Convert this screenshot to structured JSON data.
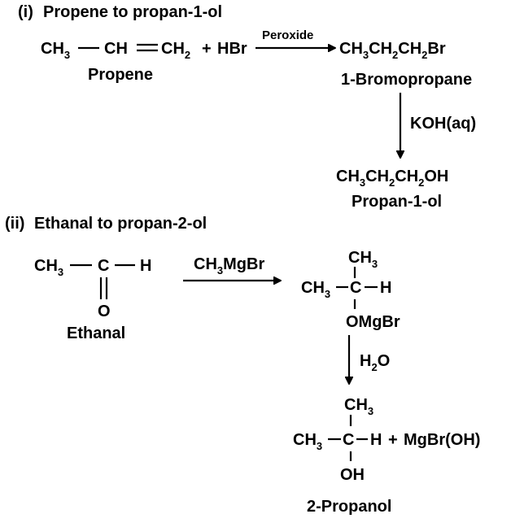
{
  "colors": {
    "ink": "#000000",
    "background": "#ffffff"
  },
  "part1": {
    "heading_num": "(i)",
    "heading_text": "Propene to propan-1-ol",
    "propene": {
      "ch3": "CH",
      "ch3_sub": "3",
      "ch": "CH",
      "ch2": "CH",
      "ch2_sub": "2",
      "plus": "+",
      "hbr": "HBr"
    },
    "propene_name": "Propene",
    "arrow1_label": "Peroxide",
    "bromo": {
      "p1": "CH",
      "s1": "3",
      "p2": "CH",
      "s2": "2",
      "p3": "CH",
      "s3": "2",
      "p4": "Br"
    },
    "bromo_name": "1-Bromopropane",
    "arrow2_label": "KOH(aq)",
    "propanol": {
      "p1": "CH",
      "s1": "3",
      "p2": "CH",
      "s2": "2",
      "p3": "CH",
      "s3": "2",
      "p4": "OH"
    },
    "propanol_name": "Propan-1-ol"
  },
  "part2": {
    "heading_num": "(ii)",
    "heading_text": "Ethanal to propan-2-ol",
    "ethanal": {
      "ch3": "CH",
      "ch3_sub": "3",
      "c": "C",
      "h": "H",
      "o": "O"
    },
    "ethanal_name": "Ethanal",
    "arrow3_label": {
      "p1": "CH",
      "s1": "3",
      "p2": "MgBr"
    },
    "adduct": {
      "top_ch3": "CH",
      "top_ch3_sub": "3",
      "left_ch3": "CH",
      "left_ch3_sub": "3",
      "c": "C",
      "h": "H",
      "omgbr": "OMgBr"
    },
    "arrow4_label": {
      "p1": "H",
      "s1": "2",
      "p2": "O"
    },
    "product": {
      "top_ch3": "CH",
      "top_ch3_sub": "3",
      "left_ch3": "CH",
      "left_ch3_sub": "3",
      "c": "C",
      "h": "H",
      "plus": "+",
      "mgbroh": "MgBr(OH)",
      "oh": "OH"
    },
    "product_name": "2-Propanol"
  }
}
